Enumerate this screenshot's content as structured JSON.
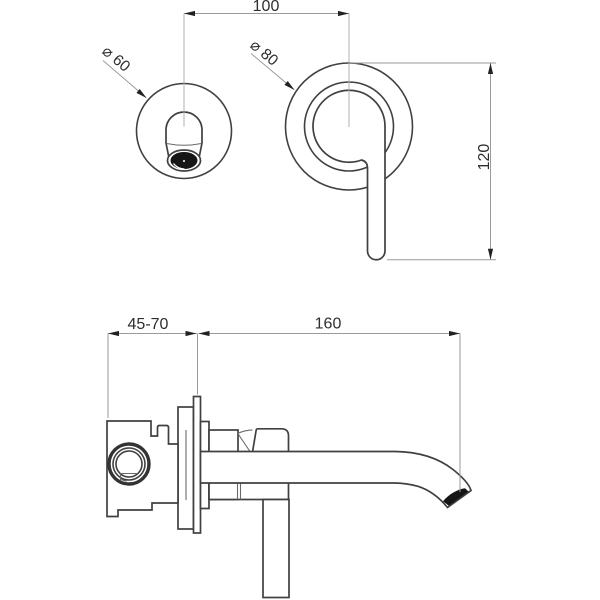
{
  "drawing": {
    "background": "#ffffff",
    "line_color": "#404040",
    "dim_line_color": "#9a9a9a",
    "text_color": "#2e2e2e",
    "top_view": {
      "width_dim": "100",
      "height_dim": "120",
      "spout_dia": "⌀ 60",
      "rosette_dia": "⌀ 80"
    },
    "side_view": {
      "depth_dim": "45-70",
      "reach_dim": "160"
    }
  }
}
